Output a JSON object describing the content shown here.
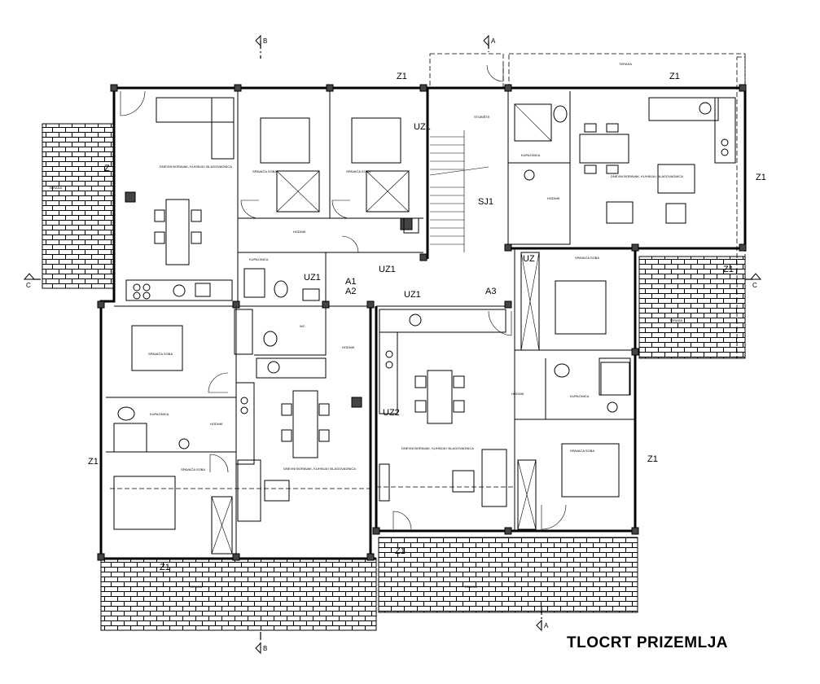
{
  "title": "TLOCRT PRIZEMLJA",
  "section_marks": {
    "a": "A",
    "b": "B",
    "c": "C"
  },
  "stair_labels": {
    "a1": "A1",
    "a2": "A2",
    "a3": "A3"
  },
  "labels": {
    "z1": "Z1",
    "uz1": "UZ1",
    "uz2": "UZ2",
    "uz": "UZ",
    "sj1": "SJ1",
    "z": "Z"
  },
  "room_labels": [
    "DNEVNI BORAVAK, KUHINJA I BLAGOVAONICA",
    "SPAVAĆA SOBA",
    "SPAVAĆA SOBA",
    "STUBIŠTE",
    "KUPAONICA",
    "DNEVNI BORAVAK, KUHINJA I BLAGOVAONICA",
    "HODNIK",
    "KUPAONICA",
    "HODNIK",
    "SPAVAĆA SOBA",
    "SPAVAĆA SOBA",
    "WC",
    "HODNIK",
    "DNEVNI BORAVAK, KUHINJA I BLAGOVAONICA",
    "DNEVNI BORAVAK, KUHINJA I BLAGOVAONICA",
    "HODNIK",
    "KUPAONICA",
    "SPAVAĆA SOBA",
    "KUPAONICA",
    "HODNIK",
    "SPAVAĆA SOBA",
    "TERASA",
    "TERASA",
    "TERASA",
    "TERASA",
    "TERASA"
  ]
}
